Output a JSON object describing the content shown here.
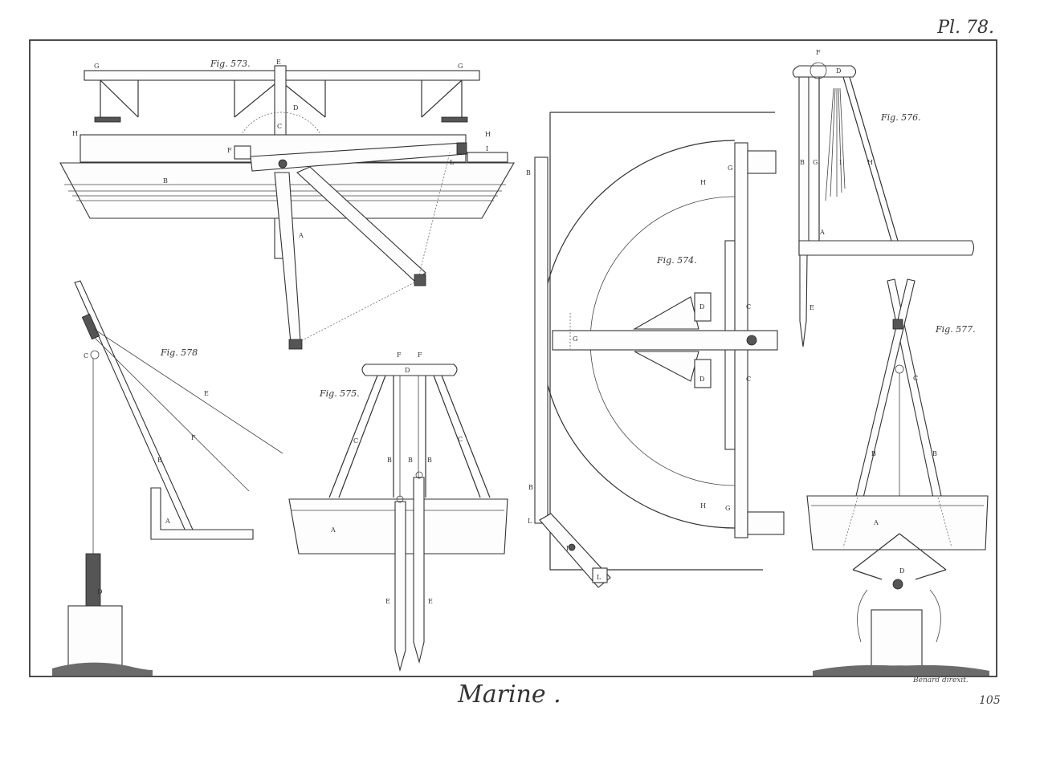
{
  "plate": {
    "number": "Pl. 78.",
    "title": "Marine .",
    "engraver": "Benard direxit.",
    "page": "105"
  },
  "figures": {
    "fig573": {
      "caption": "Fig. 573.",
      "labels": {
        "G": "G",
        "E": "E",
        "D": "D",
        "C": "C",
        "H": "H",
        "F": "F",
        "I": "I",
        "L": "L",
        "B": "B",
        "A": "A"
      }
    },
    "fig574": {
      "caption": "Fig. 574.",
      "labels": {
        "B": "B",
        "G": "G",
        "H": "H",
        "D": "D",
        "C": "C",
        "L": "L",
        "I": "I"
      }
    },
    "fig575": {
      "caption": "Fig. 575.",
      "labels": {
        "F": "F",
        "D": "D",
        "C": "C",
        "B": "B",
        "A": "A",
        "E": "E"
      }
    },
    "fig576": {
      "caption": "Fig. 576.",
      "labels": {
        "F": "F",
        "D": "D",
        "B": "B",
        "G": "G",
        "I": "I",
        "H": "H",
        "A": "A",
        "E": "E"
      }
    },
    "fig577": {
      "caption": "Fig. 577.",
      "labels": {
        "C": "C",
        "B": "B",
        "A": "A",
        "D": "D"
      }
    },
    "fig578": {
      "caption": "Fig. 578",
      "labels": {
        "C": "C",
        "E": "E",
        "F": "F",
        "B": "B",
        "A": "A",
        "D": "D"
      }
    }
  }
}
